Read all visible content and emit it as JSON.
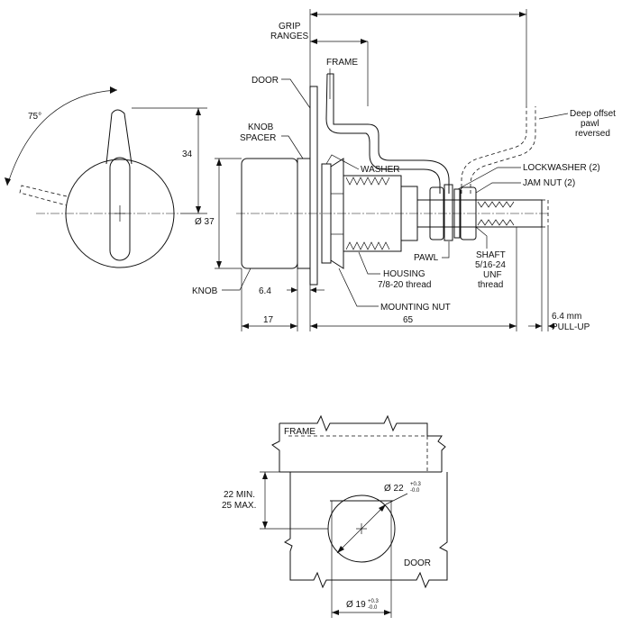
{
  "labels": {
    "grip_ranges": [
      "GRIP",
      "RANGES"
    ],
    "frame_top": "FRAME",
    "door_top": "DOOR",
    "knob_spacer": [
      "KNOB",
      "SPACER"
    ],
    "washer": "WASHER",
    "deep_offset": [
      "Deep offset",
      "pawl",
      "reversed"
    ],
    "lockwasher": "LOCKWASHER (2)",
    "jam_nut": "JAM NUT (2)",
    "pawl": "PAWL",
    "shaft": [
      "SHAFT",
      "5/16-24",
      "UNF",
      "thread"
    ],
    "housing": [
      "HOUSING",
      "7/8-20 thread"
    ],
    "mounting_nut": "MOUNTING NUT",
    "knob": "KNOB",
    "pull_up": [
      "6.4 mm",
      "PULL-UP"
    ],
    "frame_bottom": "FRAME",
    "door_bottom": "DOOR",
    "cutout_height": [
      "22 MIN.",
      "25 MAX."
    ]
  },
  "dimensions": {
    "angle": "75°",
    "height_34": "34",
    "dia_37": "Ø 37",
    "d_6_4": "6.4",
    "d_17": "17",
    "d_65": "65",
    "dia_22": "Ø 22",
    "dia_22_tol_plus": "+0.3",
    "dia_22_tol_minus": "-0.0",
    "dia_19": "Ø 19",
    "dia_19_tol_plus": "+0.3",
    "dia_19_tol_minus": "-0.0"
  }
}
